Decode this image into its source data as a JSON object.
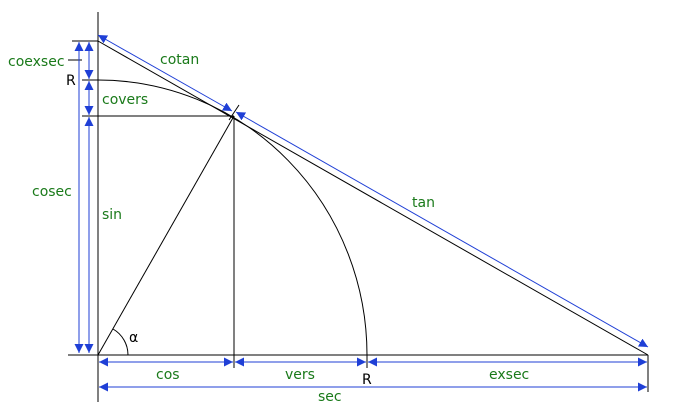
{
  "diagram": {
    "labels": {
      "coexsec": "coexsec",
      "cotan": "cotan",
      "r_top": "R",
      "covers": "covers",
      "cosec": "cosec",
      "sin": "sin",
      "tan": "tan",
      "alpha": "α",
      "cos": "cos",
      "vers": "vers",
      "r_bottom": "R",
      "exsec": "exsec",
      "sec": "sec"
    },
    "colors": {
      "label_green": "#1a7a1a",
      "arrow_blue": "#1f3fd6",
      "line_black": "#000000"
    }
  }
}
